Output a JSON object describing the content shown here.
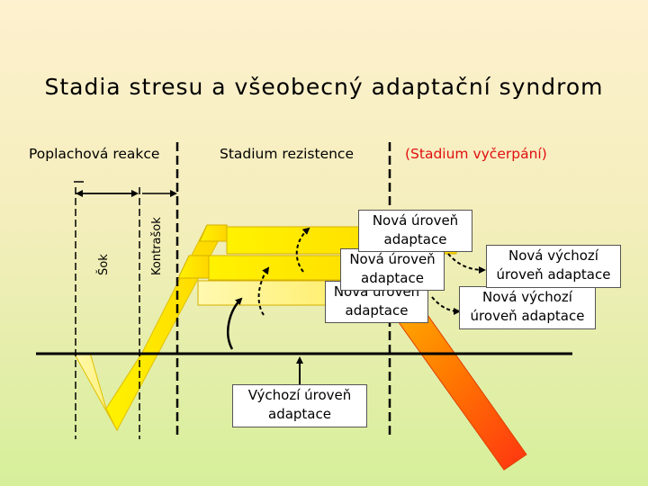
{
  "title": "Stadia stresu a všeobecný adaptační syndrom",
  "stages": {
    "alarm": "Poplachová reakce",
    "resistance": "Stadium rezistence",
    "exhaustion": "(Stadium vyčerpání)"
  },
  "alarm_substages": {
    "shock": "Šok",
    "countershock": "Kontrašok"
  },
  "boxes": {
    "baseline": "Výchozí úroveň adaptace",
    "new_level_1": "Nová úroveň adaptace",
    "new_level_2": "Nová úroveň adaptace",
    "new_level_3": "Nová úroveň adaptace",
    "new_baseline_1": "Nová výchozí úroveň adaptace",
    "new_baseline_2": "Nová výchozí úroveň adaptace"
  },
  "colors": {
    "exhaustion_text": "#e01010",
    "band_yellow": "#ffe000",
    "band_orange": "#ff6a00",
    "divider": "#000000"
  }
}
